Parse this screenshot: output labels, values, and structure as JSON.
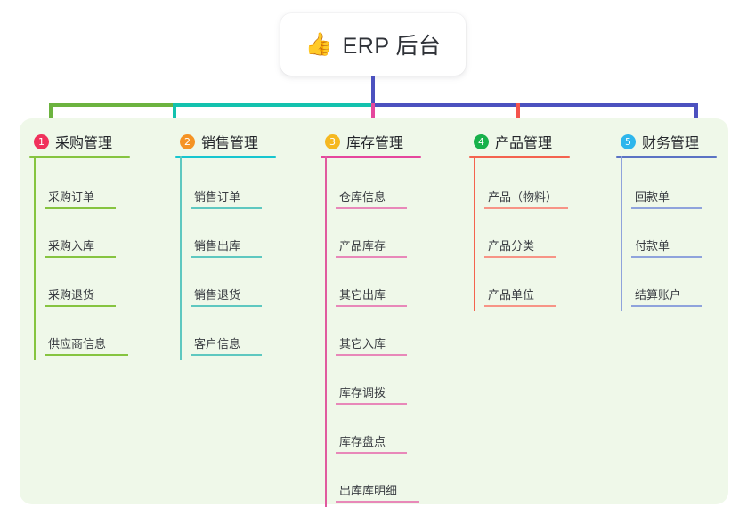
{
  "root": {
    "icon": "thumbs-up-emoji",
    "icon_glyph": "👍",
    "title": "ERP 后台"
  },
  "palette": {
    "panel_background": "#eff8e9",
    "page_background": "#ffffff",
    "card_background": "#ffffff",
    "title_text": "#2f3238",
    "bus_green": "#6cb33f",
    "bus_teal": "#13c2ae",
    "bus_blue": "#4c51bf"
  },
  "columns": [
    {
      "number": "1",
      "title": "采购管理",
      "badge_color": "#f0315b",
      "rule_color": "#86c440",
      "line_color": "#86c440",
      "stem_color": "#86c440",
      "drop_color": "#6cb33f",
      "items": [
        {
          "label": "采购订单"
        },
        {
          "label": "采购入库"
        },
        {
          "label": "采购退货"
        },
        {
          "label": "供应商信息"
        }
      ]
    },
    {
      "number": "2",
      "title": "销售管理",
      "badge_color": "#f59324",
      "rule_color": "#17c6cf",
      "line_color": "#5ec8c0",
      "stem_color": "#5ec8c0",
      "drop_color": "#13c2ae",
      "items": [
        {
          "label": "销售订单"
        },
        {
          "label": "销售出库"
        },
        {
          "label": "销售退货"
        },
        {
          "label": "客户信息"
        }
      ]
    },
    {
      "number": "3",
      "title": "库存管理",
      "badge_color": "#f5b820",
      "rule_color": "#e5479d",
      "line_color": "#e888b9",
      "stem_color": "#e05a9e",
      "drop_color": "#e5479d",
      "items": [
        {
          "label": "仓库信息"
        },
        {
          "label": "产品库存"
        },
        {
          "label": "其它出库"
        },
        {
          "label": "其它入库"
        },
        {
          "label": "库存调拨"
        },
        {
          "label": "库存盘点"
        },
        {
          "label": "出库库明细"
        }
      ]
    },
    {
      "number": "4",
      "title": "产品管理",
      "badge_color": "#18b14b",
      "rule_color": "#f4634f",
      "line_color": "#f79486",
      "stem_color": "#f4634f",
      "drop_color": "#f4534c",
      "items": [
        {
          "label": "产品（物料）"
        },
        {
          "label": "产品分类"
        },
        {
          "label": "产品单位"
        }
      ]
    },
    {
      "number": "5",
      "title": "财务管理",
      "badge_color": "#2eb6ec",
      "rule_color": "#5b73c4",
      "line_color": "#8fa3dc",
      "stem_color": "#8fa3dc",
      "drop_color": "#4c51bf",
      "items": [
        {
          "label": "回款单"
        },
        {
          "label": "付款单"
        },
        {
          "label": "结算账户"
        }
      ]
    }
  ]
}
